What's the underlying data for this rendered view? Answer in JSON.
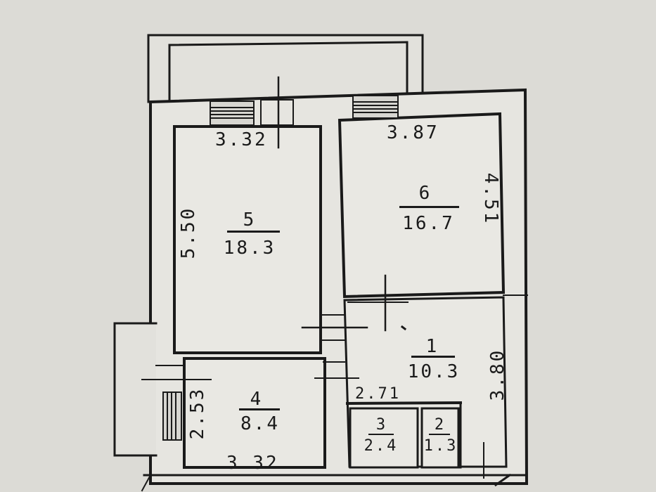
{
  "plan": {
    "rooms": [
      {
        "id": "5",
        "number": "5",
        "area": "18.3"
      },
      {
        "id": "6",
        "number": "6",
        "area": "16.7"
      },
      {
        "id": "1",
        "number": "1",
        "area": "10.3"
      },
      {
        "id": "4",
        "number": "4",
        "area": "8.4"
      },
      {
        "id": "3",
        "number": "3",
        "area": "2.4"
      },
      {
        "id": "2",
        "number": "2",
        "area": "1.3"
      }
    ],
    "dimensions": {
      "room5_width": "3.32",
      "room5_length": "5.50",
      "room6_width": "3.87",
      "room6_length": "4.51",
      "room1_length": "3.80",
      "room1_width": "2.71",
      "room4_width": "3.32",
      "room4_length": "2.53"
    }
  }
}
